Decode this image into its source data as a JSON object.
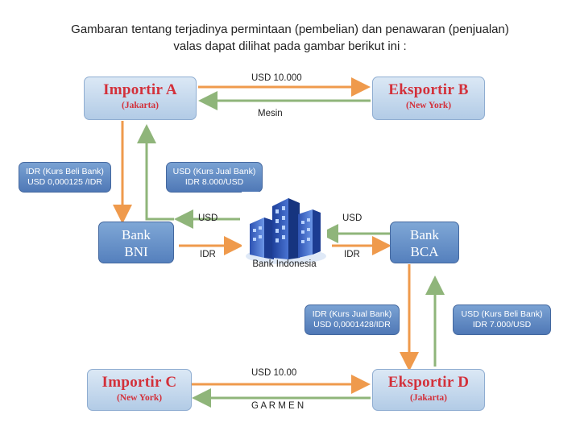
{
  "title": {
    "line1": "Gambaran tentang terjadinya permintaan (pembelian) dan penawaran (penjualan)",
    "line2": "valas dapat dilihat  pada gambar berikut ini :"
  },
  "parties": {
    "importir_a": {
      "name": "Importir A",
      "location": "(Jakarta)"
    },
    "eksportir_b": {
      "name": "Eksportir B",
      "location": "(New York)"
    },
    "importir_c": {
      "name": "Importir C",
      "location": "(New York)"
    },
    "eksportir_d": {
      "name": "Eksportir D",
      "location": "(Jakarta)"
    }
  },
  "banks": {
    "bni": "Bank BNI",
    "bca": "Bank BCA",
    "bank_indonesia": "Bank Indonesia"
  },
  "rates": {
    "bni_beli": {
      "line1": "IDR (Kurs Beli Bank)",
      "line2": "USD 0,000125 /IDR"
    },
    "bni_jual": {
      "line1": "USD (Kurs Jual Bank)",
      "line2": "IDR 8.000/USD"
    },
    "bca_jual": {
      "line1": "IDR (Kurs Jual Bank)",
      "line2": "USD 0,0001428/IDR"
    },
    "bca_beli": {
      "line1": "USD (Kurs Beli Bank)",
      "line2": "IDR 7.000/USD"
    }
  },
  "labels": {
    "top_amount": "USD 10.000",
    "top_goods": "Mesin",
    "bottom_amount": "USD 10.00",
    "bottom_goods": "G A R M E N",
    "left_usd": "USD",
    "left_idr": "IDR",
    "right_usd": "USD",
    "right_idr": "IDR"
  },
  "colors": {
    "arrow_orange": "#ef9a4c",
    "arrow_green": "#8fb57a",
    "party_text": "#d3303a",
    "box_blue": "#5a84c0"
  },
  "icons": {
    "bank_indonesia": "city-buildings-icon"
  }
}
